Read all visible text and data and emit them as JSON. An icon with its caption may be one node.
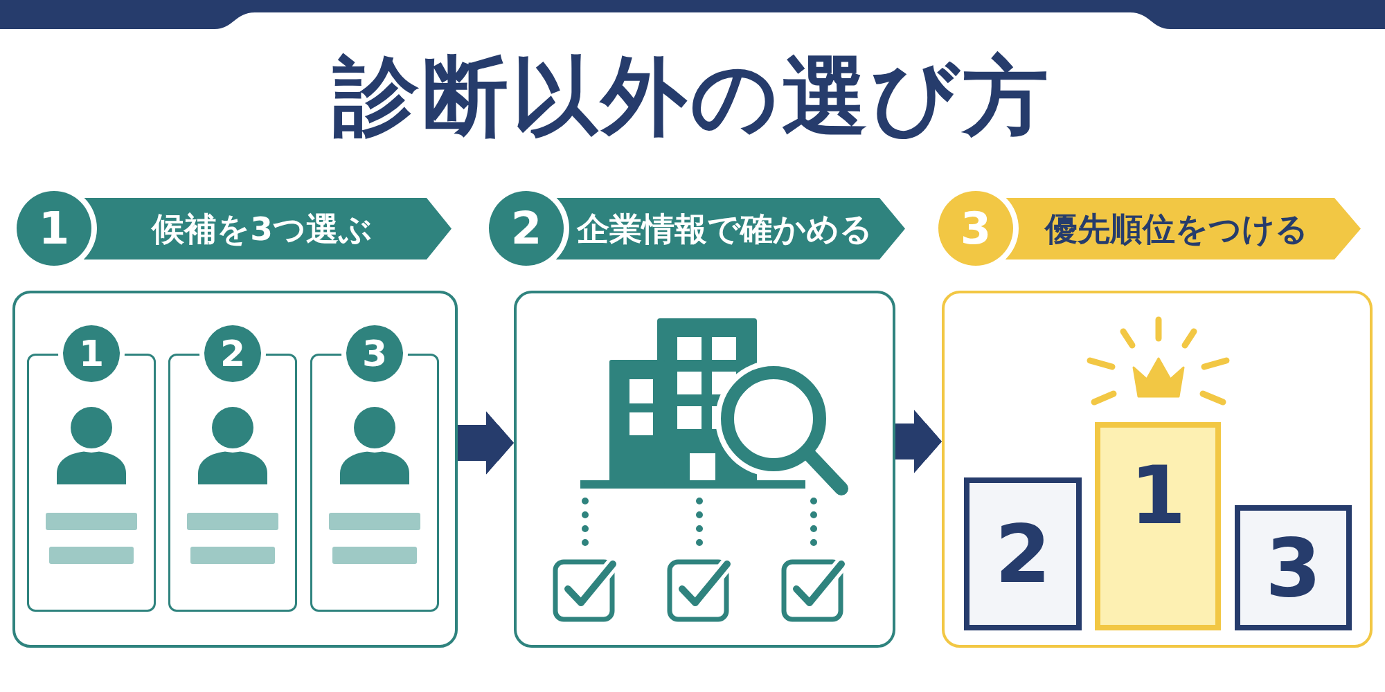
{
  "diagram": {
    "title": "診断以外の選び方",
    "nodes": [
      {
        "text": [
          "1"
        ]
      },
      {
        "text": [
          "候補を3つ選ぶ"
        ]
      },
      {
        "text": [],
        "shape": "box"
      },
      {
        "text": [
          "1"
        ],
        "in": 2
      },
      {
        "text": [
          "2"
        ],
        "in": 2
      },
      {
        "text": [
          "3"
        ],
        "in": 2
      },
      {
        "text": [
          "2"
        ]
      },
      {
        "text": [
          "企業情報で確かめる"
        ]
      },
      {
        "text": [],
        "shape": "box"
      },
      {
        "text": [],
        "shape": "picture",
        "in": 8
      },
      {
        "text": [],
        "shape": "checkbox",
        "in": 8
      },
      {
        "text": [],
        "shape": "checkbox",
        "in": 8
      },
      {
        "text": [],
        "shape": "checkbox",
        "in": 8
      },
      {
        "text": [
          "3"
        ]
      },
      {
        "text": [
          "優先順位をつける"
        ]
      },
      {
        "text": [],
        "shape": "box"
      },
      {
        "text": [
          "2"
        ],
        "in": 15
      },
      {
        "text": [
          "1"
        ],
        "in": 15
      },
      {
        "text": [
          "3"
        ],
        "in": 15
      }
    ],
    "edges": [
      {
        "from": 2,
        "to": 8,
        "arrow": "to",
        "style": "thick",
        "color": "#263c6c"
      },
      {
        "from": 9,
        "to": 10,
        "arrow": "none",
        "style": "dashed"
      },
      {
        "from": 9,
        "to": 11,
        "arrow": "none",
        "style": "dashed"
      },
      {
        "from": 9,
        "to": 12,
        "arrow": "none",
        "style": "dashed"
      },
      {
        "from": 8,
        "to": 15,
        "arrow": "to",
        "style": "thick",
        "color": "#263c6c"
      }
    ]
  }
}
